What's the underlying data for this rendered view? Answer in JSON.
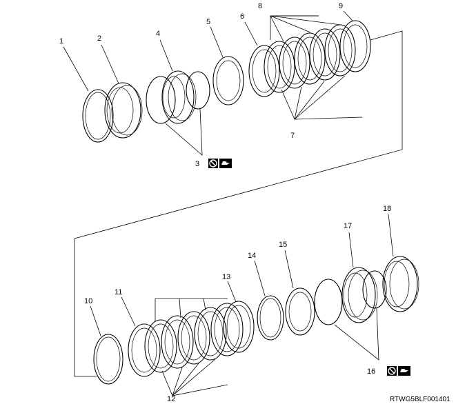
{
  "callouts": {
    "c1": "1",
    "c2": "2",
    "c3": "3",
    "c4": "4",
    "c5": "5",
    "c6": "6",
    "c7": "7",
    "c8": "8",
    "c9": "9",
    "c10": "10",
    "c11": "11",
    "c12": "12",
    "c13": "13",
    "c14": "14",
    "c15": "15",
    "c16": "16",
    "c17": "17",
    "c18": "18"
  },
  "icons": {
    "no_reuse": "do-not-reuse-icon",
    "apply_oil": "apply-oil-icon"
  },
  "image_code": "RTWG5BLF001401",
  "colors": {
    "line": "#000000",
    "background": "#ffffff",
    "part_shade": "#bfbfbf"
  }
}
